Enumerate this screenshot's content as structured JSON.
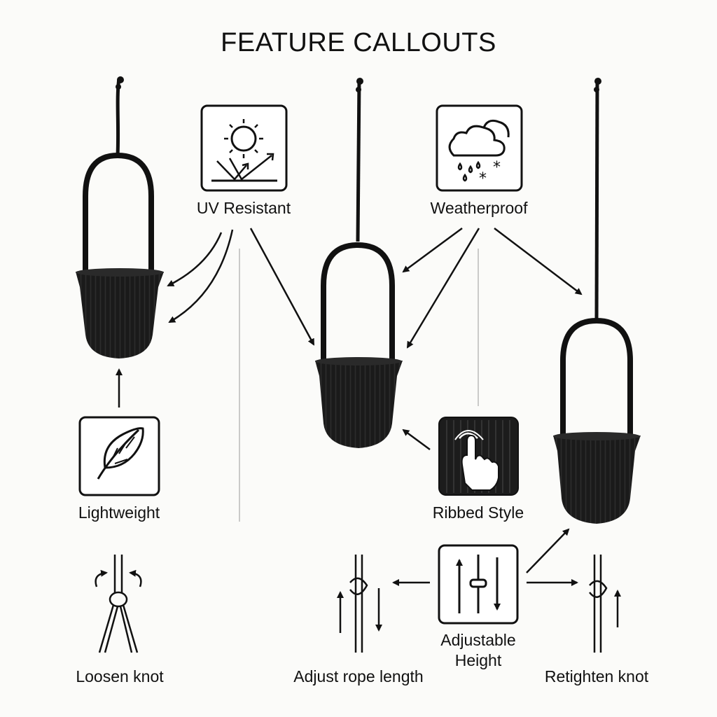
{
  "title": "FEATURE CALLOUTS",
  "features": {
    "uv": {
      "label": "UV Resistant",
      "icon": "sun-reflection-icon"
    },
    "weather": {
      "label": "Weatherproof",
      "icon": "cloud-rain-snow-icon"
    },
    "light": {
      "label": "Lightweight",
      "icon": "feather-icon"
    },
    "ribbed": {
      "label": "Ribbed Style",
      "icon": "touch-texture-icon"
    },
    "height": {
      "label_line1": "Adjustable",
      "label_line2": "Height",
      "icon": "sliders-arrows-icon"
    }
  },
  "steps": {
    "loosen": "Loosen knot",
    "adjust": "Adjust rope length",
    "retighten": "Retighten knot"
  },
  "colors": {
    "planter": "#151515",
    "line": "#111111",
    "background": "#fbfbf9"
  }
}
